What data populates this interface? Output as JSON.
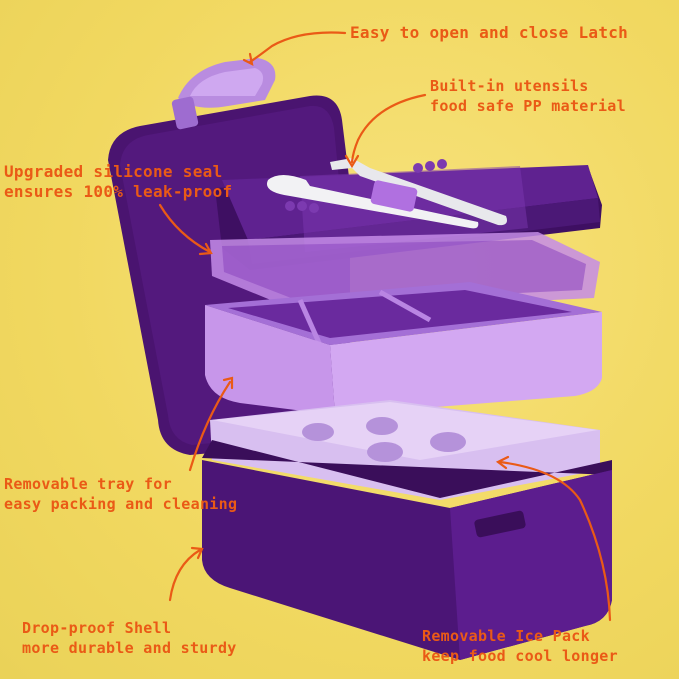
{
  "image": {
    "subject": "purple stackable bento lunch box, exploded view",
    "colors": {
      "background": "#f1d860",
      "callout_text": "#ea5a16",
      "shell_dark": "#4a1470",
      "lid_purple": "#5f2290",
      "tray_violet": "#c89ae8",
      "ice_pack": "#d8bff0",
      "utensil_white": "#f2f2f4"
    }
  },
  "callouts": {
    "latch": {
      "text": "Easy to open and close Latch"
    },
    "utensils": {
      "line1": "Built-in utensils",
      "line2": "food safe PP material"
    },
    "seal": {
      "line1": "Upgraded silicone seal",
      "line2": "ensures 100% leak-proof"
    },
    "tray": {
      "line1": "Removable tray for",
      "line2": "easy packing and cleaning"
    },
    "ice_pack": {
      "line1": "Removable Ice Pack",
      "line2": "keep food cool longer"
    },
    "shell": {
      "line1": "Drop-proof Shell",
      "line2": "more durable and sturdy"
    }
  }
}
